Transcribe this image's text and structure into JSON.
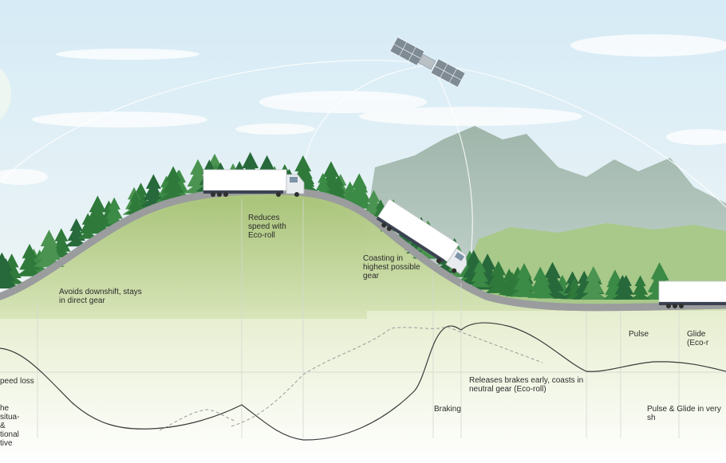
{
  "labels": {
    "eco_roll_crest": "Reduces\nspeed with\nEco-roll",
    "avoids_downshift": "Avoids downshift, stays\nin direct gear",
    "coasting": "Coasting in\nhighest possible\ngear",
    "pulse": "Pulse",
    "glide": "Glide (Eco-r",
    "speed_loss": "peed loss",
    "situation_fragment": "he\nsitua-\n&\ntional\ntive",
    "braking": "Braking",
    "releases_brakes": "Releases brakes early, coasts in\nneutral gear (Eco-roll)",
    "pulse_glide": "Pulse & Glide in very sh"
  },
  "colors": {
    "sky_top": "#d6ebf6",
    "sky_bottom": "#e9f3f6",
    "hill": "#b8cf8c",
    "road": "#9a9c9e",
    "tree": "#2f7a3a",
    "mountain": "#a9bdb3",
    "curve_solid": "#3a3a3a",
    "curve_dashed": "#9a9a9a"
  },
  "icons": [
    "satellite-icon",
    "truck-icon"
  ]
}
